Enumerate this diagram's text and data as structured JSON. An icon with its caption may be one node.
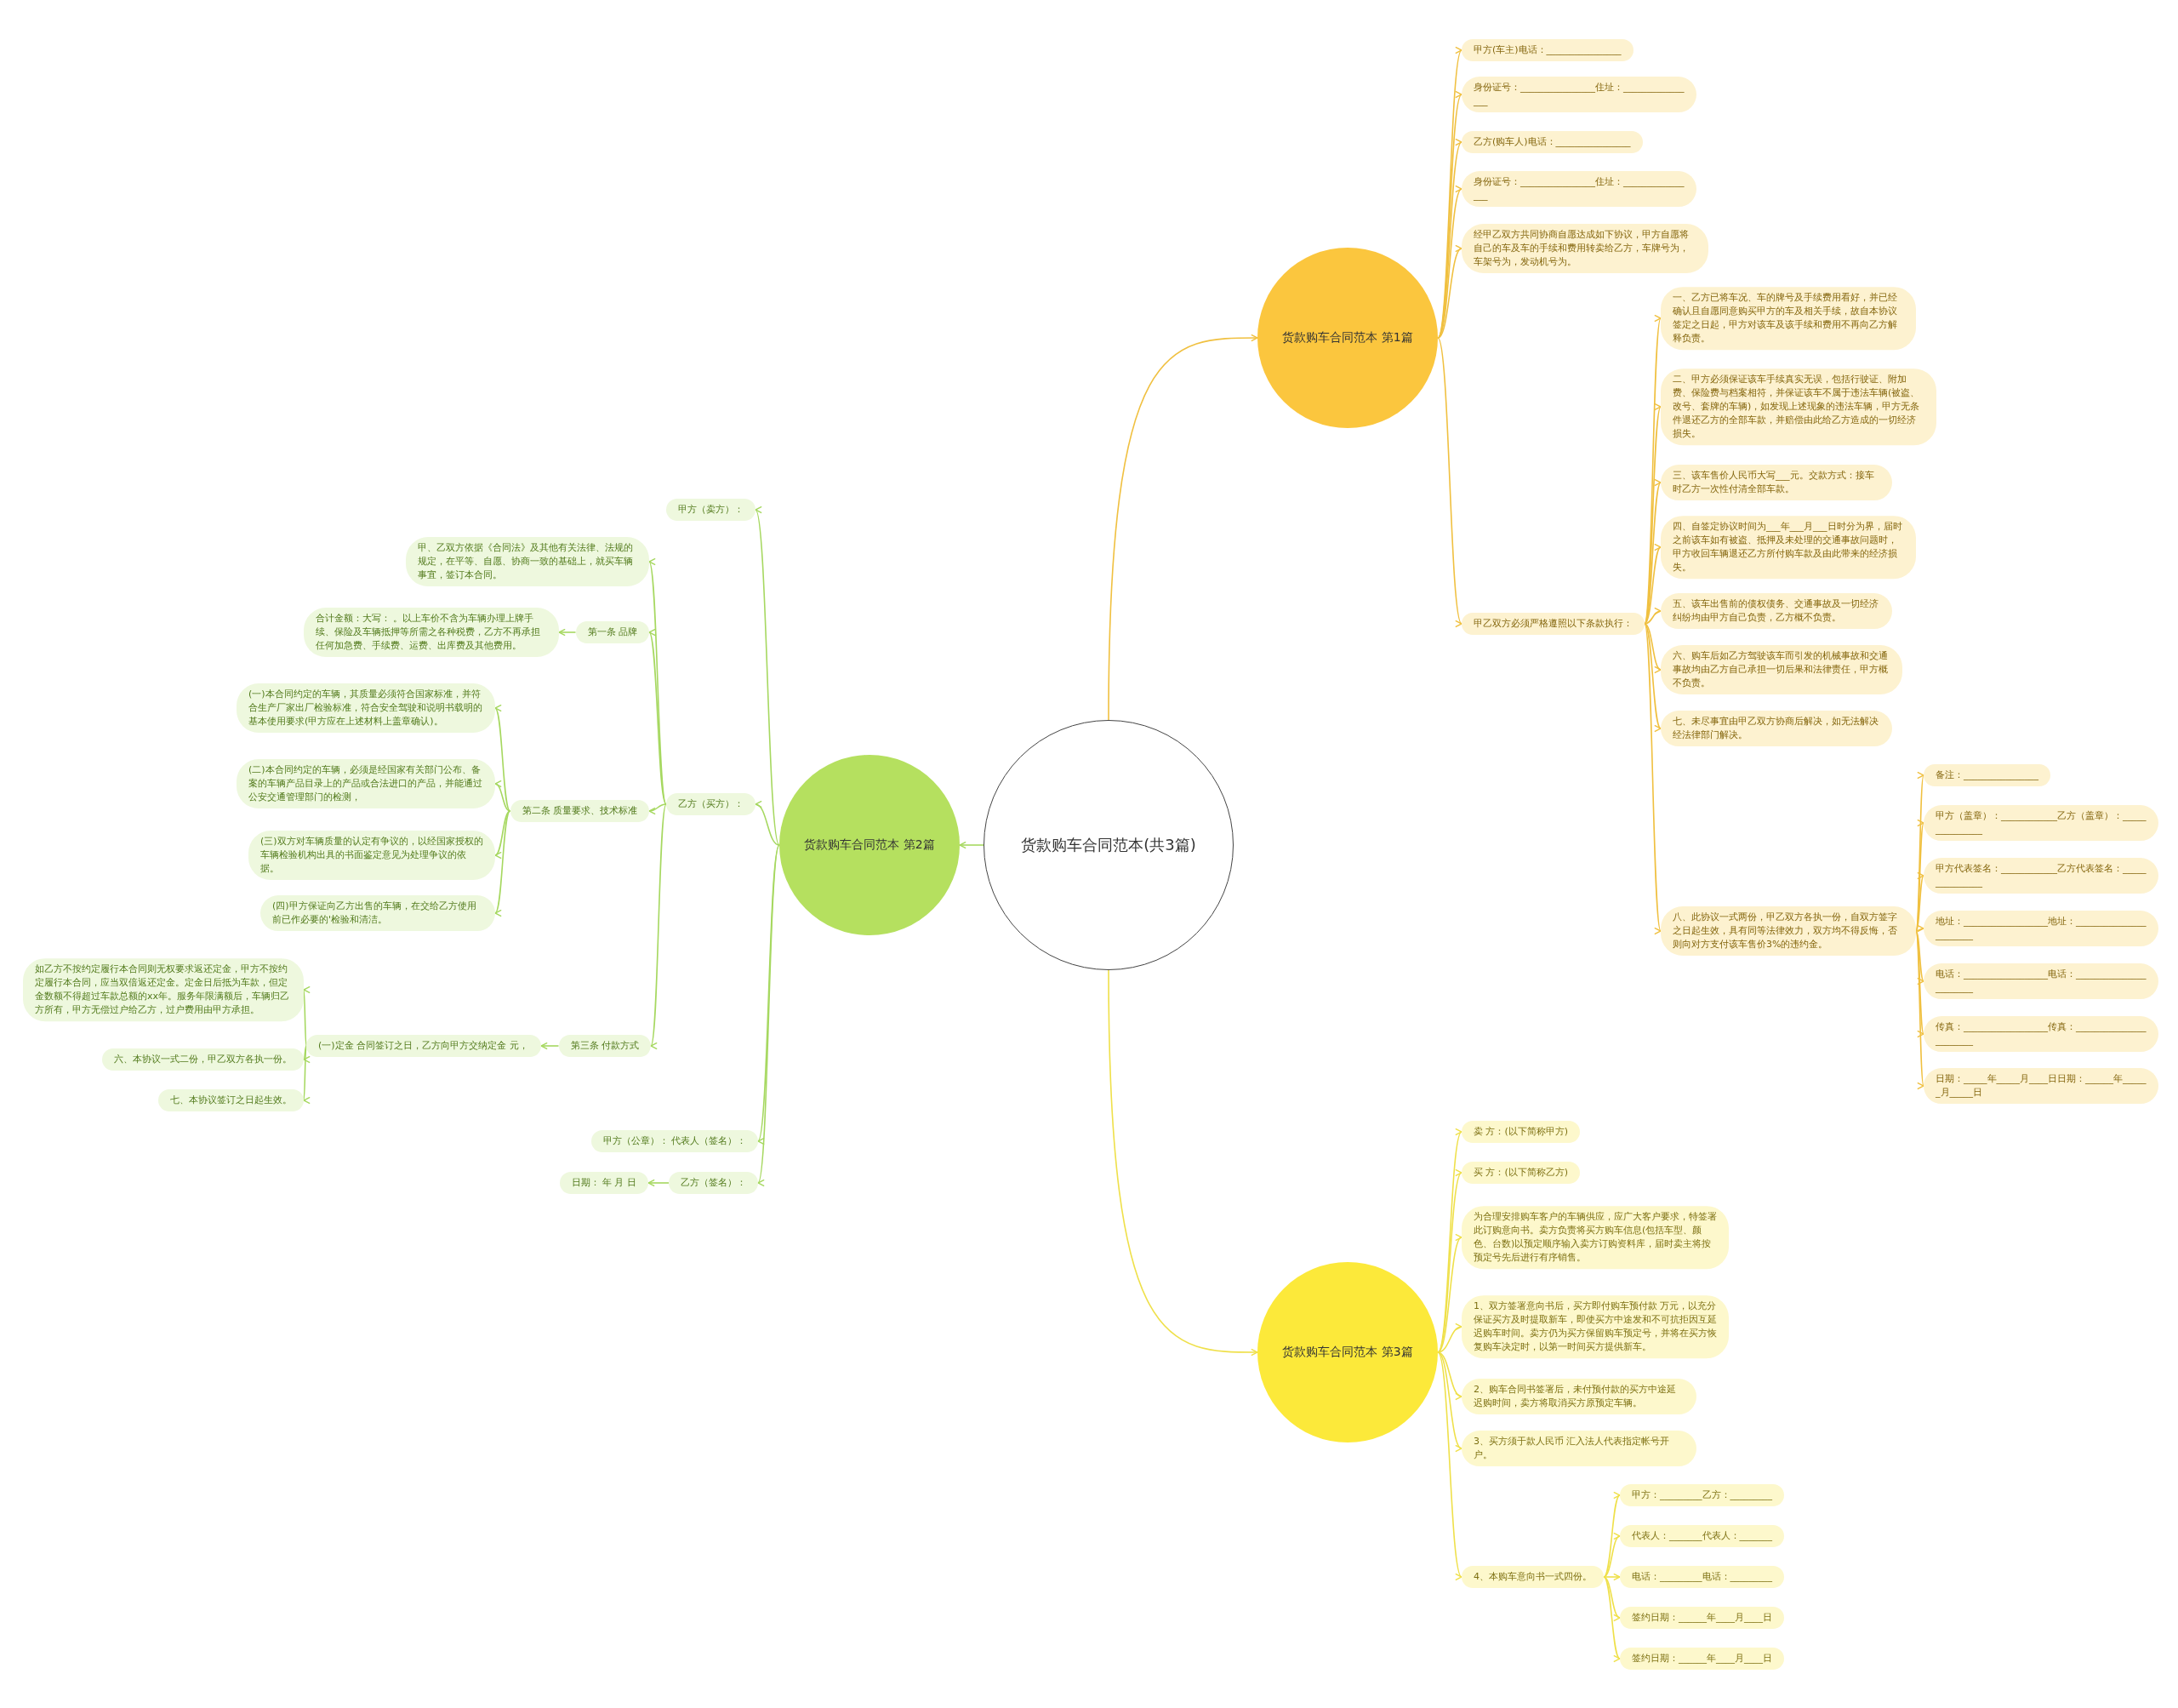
{
  "diagram": {
    "nodes": [
      {
        "text": [
          "货款购车合同范本(共3篇)"
        ]
      },
      {
        "text": [
          "货款购车合同范本 第1篇"
        ]
      },
      {
        "text": [
          "甲方(车主)电话：________________"
        ]
      },
      {
        "text": [
          "身份证号：________________住址：________________"
        ]
      },
      {
        "text": [
          "乙方(购车人)电话：________________"
        ]
      },
      {
        "text": [
          "身份证号：________________住址：________________"
        ]
      },
      {
        "text": [
          "经甲乙双方共同协商自愿达成如下协议，甲方自愿将自己的车及车的手续和费用转卖给乙方，车牌号为，车架号为，发动机号为。"
        ]
      },
      {
        "text": [
          "甲乙双方必须严格遵照以下条款执行："
        ]
      },
      {
        "text": [
          "一、乙方已将车况、车的牌号及手续费用看好，并已经确认且自愿同意购买甲方的车及相关手续，故自本协议签定之日起，甲方对该车及该手续和费用不再向乙方解释负责。"
        ]
      },
      {
        "text": [
          "二、甲方必须保证该车手续真实无误，包括行驶证、附加费、保险费与档案相符，并保证该车不属于违法车辆(被盗、改号、套牌的车辆)，如发现上述现象的违法车辆，甲方无条件退还乙方的全部车款，并赔偿由此给乙方造成的一切经济损失。"
        ]
      },
      {
        "text": [
          "三、该车售价人民币大写___元。交款方式：接车时乙方一次性付清全部车款。"
        ]
      },
      {
        "text": [
          "四、自签定协议时间为___年___月___日时分为界，届时之前该车如有被盗、抵押及未处理的交通事故问题时，甲方收回车辆退还乙方所付购车款及由此带来的经济损失。"
        ]
      },
      {
        "text": [
          "五、该车出售前的债权债务、交通事故及一切经济纠纷均由甲方自己负责，乙方概不负责。"
        ]
      },
      {
        "text": [
          "六、购车后如乙方驾驶该车而引发的机械事故和交通事故均由乙方自己承担一切后果和法律责任，甲方概不负责。"
        ]
      },
      {
        "text": [
          "七、未尽事宜由甲乙双方协商后解决，如无法解决经法律部门解决。"
        ]
      },
      {
        "text": [
          "八、此协议一式两份，甲乙双方各执一份，自双方签字之日起生效，具有同等法律效力，双方均不得反悔，否则向对方支付该车售价3%的违约金。"
        ]
      },
      {
        "text": [
          "备注：________________"
        ]
      },
      {
        "text": [
          "甲方（盖章）：____________乙方（盖章）：_______________"
        ]
      },
      {
        "text": [
          "甲方代表签名：____________乙方代表签名：_______________"
        ]
      },
      {
        "text": [
          "地址：__________________地址：_______________________"
        ]
      },
      {
        "text": [
          "电话：__________________电话：_______________________"
        ]
      },
      {
        "text": [
          "传真：__________________传真：_______________________"
        ]
      },
      {
        "text": [
          "日期：_____年_____月____日日期：______年______月_____日"
        ]
      },
      {
        "text": [
          "货款购车合同范本 第2篇"
        ]
      },
      {
        "text": [
          "甲方（卖方）："
        ]
      },
      {
        "text": [
          "乙方（买方）："
        ]
      },
      {
        "text": [
          "甲、乙双方依据《合同法》及其他有关法律、法规的规定，在平等、自愿、协商一致的基础上，就买车辆事宜，签订本合同。"
        ]
      },
      {
        "text": [
          "第一条 品牌"
        ]
      },
      {
        "text": [
          "合计金额：大写： 。以上车价不含为车辆办理上牌手续、保险及车辆抵押等所需之各种税费，乙方不再承担任何加急费、手续费、运费、出库费及其他费用。"
        ]
      },
      {
        "text": [
          "第二条 质量要求、技术标准"
        ]
      },
      {
        "text": [
          "(一)本合同约定的车辆，其质量必须符合国家标准，并符合生产厂家出厂检验标准，符合安全驾驶和说明书载明的基本使用要求(甲方应在上述材料上盖章确认)。"
        ]
      },
      {
        "text": [
          "(二)本合同约定的车辆，必须是经国家有关部门公布、备案的车辆产品目录上的产品或合法进口的产品，并能通过公安交通管理部门的检测，"
        ]
      },
      {
        "text": [
          "(三)双方对车辆质量的认定有争议的，以经国家授权的车辆检验机构出具的书面鉴定意见为处理争议的依据。"
        ]
      },
      {
        "text": [
          "(四)甲方保证向乙方出售的车辆，在交给乙方使用前已作必要的'检验和清洁。"
        ]
      },
      {
        "text": [
          "第三条 付款方式"
        ]
      },
      {
        "text": [
          "(一)定金 合同签订之日，乙方向甲方交纳定金 元，"
        ]
      },
      {
        "text": [
          "如乙方不按约定履行本合同则无权要求返还定金，甲方不按约定履行本合同，应当双倍返还定金。定金日后抵为车款，但定金数额不得超过车款总额的xx年。服务年限满额后，车辆归乙方所有，甲方无偿过户给乙方，过户费用由甲方承担。"
        ]
      },
      {
        "text": [
          "六、本协议一式二份，甲乙双方各执一份。"
        ]
      },
      {
        "text": [
          "七、本协议签订之日起生效。"
        ]
      },
      {
        "text": [
          "甲方（公章）： 代表人（签名）："
        ]
      },
      {
        "text": [
          "乙方（签名）："
        ]
      },
      {
        "text": [
          "日期： 年 月 日"
        ]
      },
      {
        "text": [
          "货款购车合同范本 第3篇"
        ]
      },
      {
        "text": [
          "卖 方：(以下简称甲方)"
        ]
      },
      {
        "text": [
          "买 方：(以下简称乙方)"
        ]
      },
      {
        "text": [
          "为合理安排购车客户的车辆供应，应广大客户要求，特签署此订购意向书。卖方负责将买方购车信息(包括车型、颜色、台数)以预定顺序输入卖方订购资料库，届时卖主将按预定号先后进行有序销售。"
        ]
      },
      {
        "text": [
          "1、双方签署意向书后，买方即付购车预付款 万元，以充分保证买方及时提取新车，即使买方中途发和不可抗拒因互延迟购车时间。卖方仍为买方保留购车预定号，并将在买方恢复购车决定时，以第一时间买方提供新车。"
        ]
      },
      {
        "text": [
          "2、购车合同书签署后，未付预付款的买方中途延迟购时间，卖方将取消买方原预定车辆。"
        ]
      },
      {
        "text": [
          "3、买方须于款人民币 汇入法人代表指定帐号开户。"
        ]
      },
      {
        "text": [
          "4、本购车意向书一式四份。"
        ]
      },
      {
        "text": [
          "甲方：_________乙方：_________"
        ]
      },
      {
        "text": [
          "代表人：_______代表人：_______"
        ]
      },
      {
        "text": [
          "电话：_________电话：_________"
        ]
      },
      {
        "text": [
          "签约日期：______年____月____日"
        ]
      },
      {
        "text": [
          "签约日期：______年____月____日"
        ]
      }
    ],
    "edges": [
      {
        "from": 0,
        "to": 1,
        "arrow": "to"
      },
      {
        "from": 1,
        "to": 2,
        "arrow": "to"
      },
      {
        "from": 1,
        "to": 3,
        "arrow": "to"
      },
      {
        "from": 1,
        "to": 4,
        "arrow": "to"
      },
      {
        "from": 1,
        "to": 5,
        "arrow": "to"
      },
      {
        "from": 1,
        "to": 6,
        "arrow": "to"
      },
      {
        "from": 1,
        "to": 7,
        "arrow": "to"
      },
      {
        "from": 7,
        "to": 8,
        "arrow": "to"
      },
      {
        "from": 7,
        "to": 9,
        "arrow": "to"
      },
      {
        "from": 7,
        "to": 10,
        "arrow": "to"
      },
      {
        "from": 7,
        "to": 11,
        "arrow": "to"
      },
      {
        "from": 7,
        "to": 12,
        "arrow": "to"
      },
      {
        "from": 7,
        "to": 13,
        "arrow": "to"
      },
      {
        "from": 7,
        "to": 14,
        "arrow": "to"
      },
      {
        "from": 7,
        "to": 15,
        "arrow": "to"
      },
      {
        "from": 15,
        "to": 16,
        "arrow": "to"
      },
      {
        "from": 15,
        "to": 17,
        "arrow": "to"
      },
      {
        "from": 15,
        "to": 18,
        "arrow": "to"
      },
      {
        "from": 15,
        "to": 19,
        "arrow": "to"
      },
      {
        "from": 15,
        "to": 20,
        "arrow": "to"
      },
      {
        "from": 15,
        "to": 21,
        "arrow": "to"
      },
      {
        "from": 15,
        "to": 22,
        "arrow": "to"
      },
      {
        "from": 0,
        "to": 23,
        "arrow": "to",
        "color": "#a6d860"
      },
      {
        "from": 23,
        "to": 24,
        "arrow": "to",
        "color": "#a6d860"
      },
      {
        "from": 23,
        "to": 25,
        "arrow": "to",
        "color": "#a6d860"
      },
      {
        "from": 25,
        "to": 26,
        "arrow": "to",
        "color": "#a6d860"
      },
      {
        "from": 25,
        "to": 27,
        "arrow": "to",
        "color": "#a6d860"
      },
      {
        "from": 27,
        "to": 28,
        "arrow": "to",
        "color": "#a6d860"
      },
      {
        "from": 25,
        "to": 29,
        "arrow": "to",
        "color": "#a6d860"
      },
      {
        "from": 29,
        "to": 30,
        "arrow": "to",
        "color": "#a6d860"
      },
      {
        "from": 29,
        "to": 31,
        "arrow": "to",
        "color": "#a6d860"
      },
      {
        "from": 29,
        "to": 32,
        "arrow": "to",
        "color": "#a6d860"
      },
      {
        "from": 29,
        "to": 33,
        "arrow": "to",
        "color": "#a6d860"
      },
      {
        "from": 25,
        "to": 34,
        "arrow": "to",
        "color": "#a6d860"
      },
      {
        "from": 34,
        "to": 35,
        "arrow": "to",
        "color": "#a6d860"
      },
      {
        "from": 35,
        "to": 36,
        "arrow": "to",
        "color": "#a6d860"
      },
      {
        "from": 35,
        "to": 37,
        "arrow": "to",
        "color": "#a6d860"
      },
      {
        "from": 35,
        "to": 38,
        "arrow": "to",
        "color": "#a6d860"
      },
      {
        "from": 23,
        "to": 39,
        "arrow": "to",
        "color": "#a6d860"
      },
      {
        "from": 23,
        "to": 40,
        "arrow": "to",
        "color": "#a6d860"
      },
      {
        "from": 40,
        "to": 41,
        "arrow": "to",
        "color": "#a6d860"
      },
      {
        "from": 0,
        "to": 42,
        "arrow": "to",
        "color": "#efe04a"
      },
      {
        "from": 42,
        "to": 43,
        "arrow": "to",
        "color": "#efe04a"
      },
      {
        "from": 42,
        "to": 44,
        "arrow": "to",
        "color": "#efe04a"
      },
      {
        "from": 42,
        "to": 45,
        "arrow": "to",
        "color": "#efe04a"
      },
      {
        "from": 42,
        "to": 46,
        "arrow": "to",
        "color": "#efe04a"
      },
      {
        "from": 42,
        "to": 47,
        "arrow": "to",
        "color": "#efe04a"
      },
      {
        "from": 42,
        "to": 48,
        "arrow": "to",
        "color": "#efe04a"
      },
      {
        "from": 42,
        "to": 49,
        "arrow": "to",
        "color": "#efe04a"
      },
      {
        "from": 49,
        "to": 50,
        "arrow": "to",
        "color": "#efe04a"
      },
      {
        "from": 49,
        "to": 51,
        "arrow": "to",
        "color": "#efe04a"
      },
      {
        "from": 49,
        "to": 52,
        "arrow": "to",
        "color": "#efe04a"
      },
      {
        "from": 49,
        "to": 53,
        "arrow": "to",
        "color": "#efe04a"
      },
      {
        "from": 49,
        "to": 54,
        "arrow": "to",
        "color": "#efe04a"
      }
    ]
  }
}
